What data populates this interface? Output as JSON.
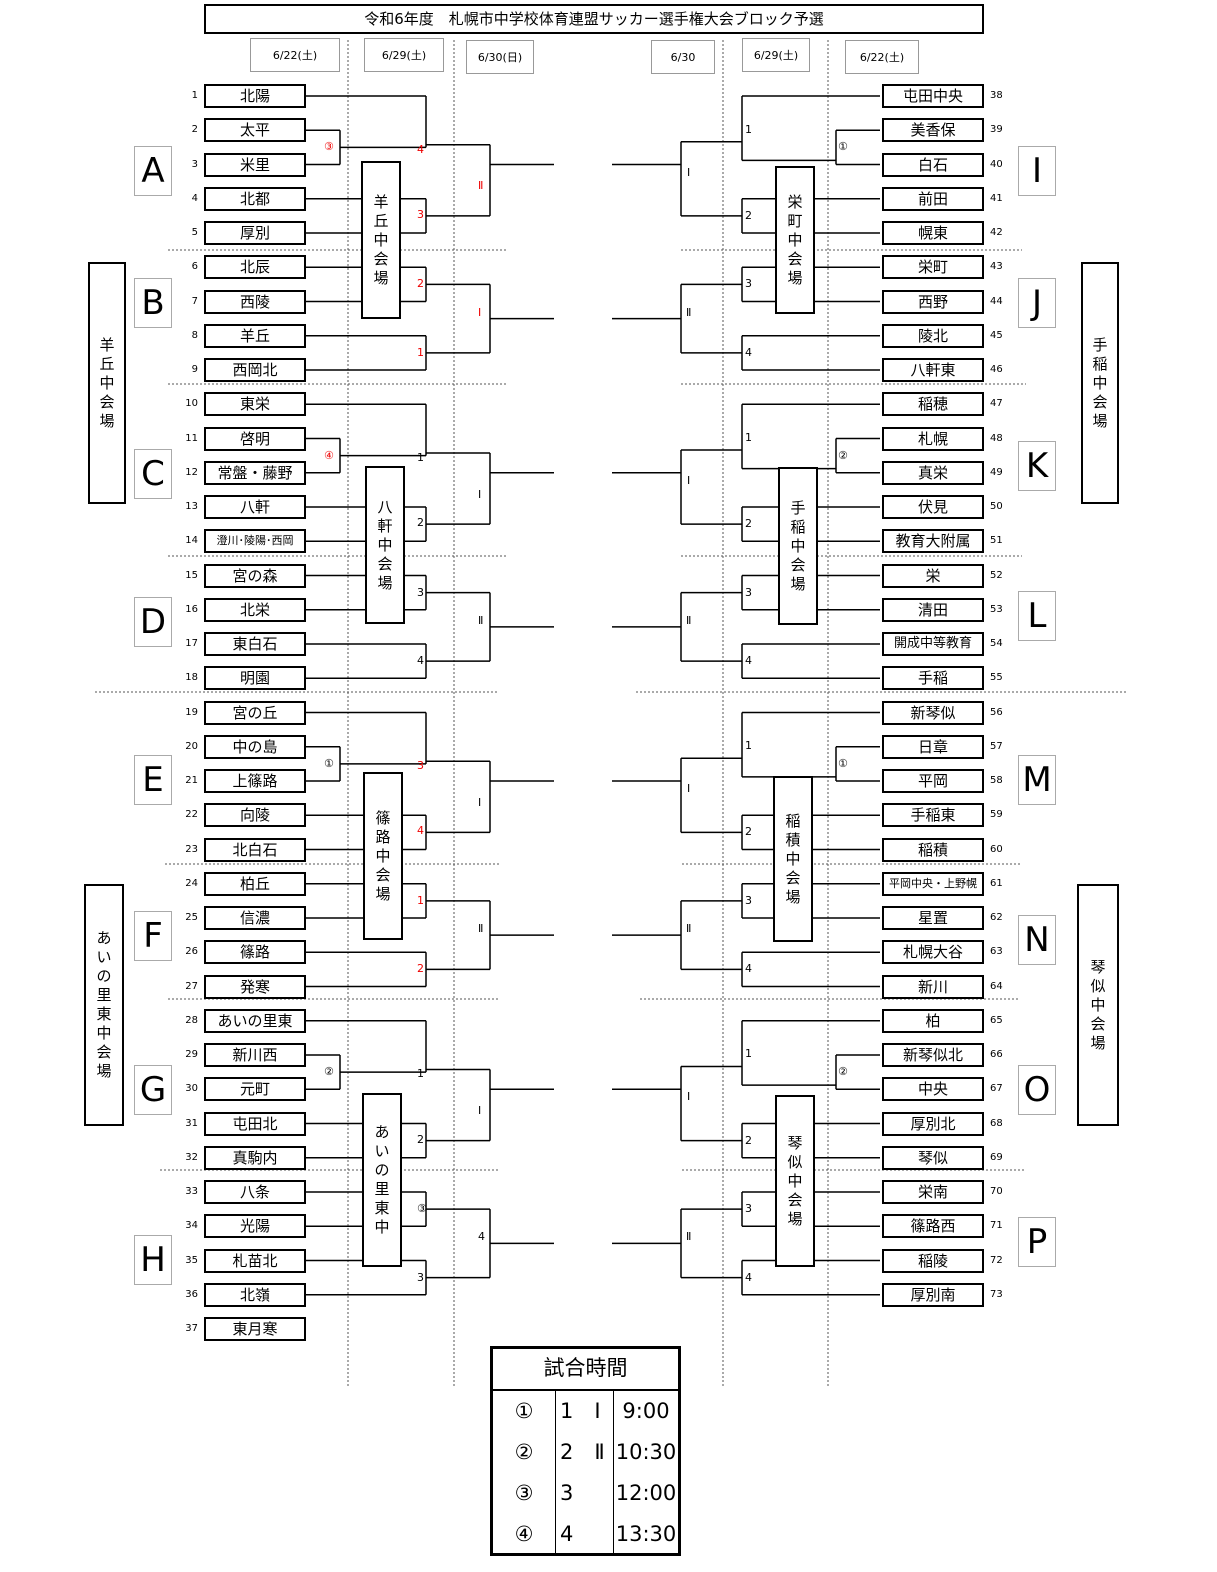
{
  "title": "令和6年度　札幌市中学校体育連盟サッカー選手権大会ブロック予選",
  "dates": [
    "6/22(土)",
    "6/29(土)",
    "6/30(日)",
    "6/30",
    "6/29(土)",
    "6/22(土)"
  ],
  "left_teams": [
    {
      "n": "1",
      "name": "北陽"
    },
    {
      "n": "2",
      "name": "太平"
    },
    {
      "n": "3",
      "name": "米里"
    },
    {
      "n": "4",
      "name": "北都"
    },
    {
      "n": "5",
      "name": "厚別"
    },
    {
      "n": "6",
      "name": "北辰"
    },
    {
      "n": "7",
      "name": "西陵"
    },
    {
      "n": "8",
      "name": "羊丘"
    },
    {
      "n": "9",
      "name": "西岡北"
    },
    {
      "n": "10",
      "name": "東栄"
    },
    {
      "n": "11",
      "name": "啓明"
    },
    {
      "n": "12",
      "name": "常盤・藤野"
    },
    {
      "n": "13",
      "name": "八軒"
    },
    {
      "n": "14",
      "name": "澄川･陵陽･西岡"
    },
    {
      "n": "15",
      "name": "宮の森"
    },
    {
      "n": "16",
      "name": "北栄"
    },
    {
      "n": "17",
      "name": "東白石"
    },
    {
      "n": "18",
      "name": "明園"
    },
    {
      "n": "19",
      "name": "宮の丘"
    },
    {
      "n": "20",
      "name": "中の島"
    },
    {
      "n": "21",
      "name": "上篠路"
    },
    {
      "n": "22",
      "name": "向陵"
    },
    {
      "n": "23",
      "name": "北白石"
    },
    {
      "n": "24",
      "name": "柏丘"
    },
    {
      "n": "25",
      "name": "信濃"
    },
    {
      "n": "26",
      "name": "篠路"
    },
    {
      "n": "27",
      "name": "発寒"
    },
    {
      "n": "28",
      "name": "あいの里東"
    },
    {
      "n": "29",
      "name": "新川西"
    },
    {
      "n": "30",
      "name": "元町"
    },
    {
      "n": "31",
      "name": "屯田北"
    },
    {
      "n": "32",
      "name": "真駒内"
    },
    {
      "n": "33",
      "name": "八条"
    },
    {
      "n": "34",
      "name": "光陽"
    },
    {
      "n": "35",
      "name": "札苗北"
    },
    {
      "n": "36",
      "name": "北嶺"
    },
    {
      "n": "37",
      "name": "東月寒"
    }
  ],
  "right_teams": [
    {
      "n": "38",
      "name": "屯田中央"
    },
    {
      "n": "39",
      "name": "美香保"
    },
    {
      "n": "40",
      "name": "白石"
    },
    {
      "n": "41",
      "name": "前田"
    },
    {
      "n": "42",
      "name": "幌東"
    },
    {
      "n": "43",
      "name": "栄町"
    },
    {
      "n": "44",
      "name": "西野"
    },
    {
      "n": "45",
      "name": "陵北"
    },
    {
      "n": "46",
      "name": "八軒東"
    },
    {
      "n": "47",
      "name": "稲穂"
    },
    {
      "n": "48",
      "name": "札幌"
    },
    {
      "n": "49",
      "name": "真栄"
    },
    {
      "n": "50",
      "name": "伏見"
    },
    {
      "n": "51",
      "name": "教育大附属"
    },
    {
      "n": "52",
      "name": "栄"
    },
    {
      "n": "53",
      "name": "清田"
    },
    {
      "n": "54",
      "name": "開成中等教育"
    },
    {
      "n": "55",
      "name": "手稲"
    },
    {
      "n": "56",
      "name": "新琴似"
    },
    {
      "n": "57",
      "name": "日章"
    },
    {
      "n": "58",
      "name": "平岡"
    },
    {
      "n": "59",
      "name": "手稲東"
    },
    {
      "n": "60",
      "name": "稲積"
    },
    {
      "n": "61",
      "name": "平岡中央・上野幌"
    },
    {
      "n": "62",
      "name": "星置"
    },
    {
      "n": "63",
      "name": "札幌大谷"
    },
    {
      "n": "64",
      "name": "新川"
    },
    {
      "n": "65",
      "name": "柏"
    },
    {
      "n": "66",
      "name": "新琴似北"
    },
    {
      "n": "67",
      "name": "中央"
    },
    {
      "n": "68",
      "name": "厚別北"
    },
    {
      "n": "69",
      "name": "琴似"
    },
    {
      "n": "70",
      "name": "栄南"
    },
    {
      "n": "71",
      "name": "篠路西"
    },
    {
      "n": "72",
      "name": "稲陵"
    },
    {
      "n": "73",
      "name": "厚別南"
    }
  ],
  "blocks_left": [
    "A",
    "B",
    "C",
    "D",
    "E",
    "F",
    "G",
    "H"
  ],
  "blocks_right": [
    "I",
    "J",
    "K",
    "L",
    "M",
    "N",
    "O",
    "P"
  ],
  "venues_left": [
    "羊丘中会場",
    "八軒中会場",
    "篠路中会場",
    "あいの里東中"
  ],
  "venues_right": [
    "栄町中会場",
    "手稲中会場",
    "稲積中会場",
    "琴似中会場"
  ],
  "side_venues": [
    "羊丘中会場",
    "あいの里東中会場",
    "手稲中会場",
    "琴似中会場"
  ],
  "left_match_labels": [
    "③",
    "4",
    "3",
    "Ⅱ",
    "2",
    "1",
    "Ⅰ",
    "④",
    "1",
    "2",
    "Ⅰ",
    "3",
    "4",
    "Ⅱ",
    "①",
    "3",
    "4",
    "Ⅰ",
    "1",
    "2",
    "Ⅱ",
    "②",
    "1",
    "2",
    "Ⅰ",
    "③",
    "3",
    "4",
    "Ⅱ"
  ],
  "right_match_labels": [
    "1",
    "①",
    "2",
    "Ⅰ",
    "3",
    "4",
    "Ⅱ",
    "1",
    "②",
    "2",
    "Ⅰ",
    "3",
    "4",
    "Ⅱ",
    "1",
    "①",
    "2",
    "Ⅰ",
    "3",
    "4",
    "Ⅱ",
    "1",
    "②",
    "2",
    "Ⅰ",
    "3",
    "4",
    "Ⅱ"
  ],
  "schedule": {
    "title": "試合時間",
    "rows": [
      {
        "mark": "①",
        "round": "1　Ⅰ",
        "time": "9:00"
      },
      {
        "mark": "②",
        "round": "2　Ⅱ",
        "time": "10:30"
      },
      {
        "mark": "③",
        "round": "3",
        "time": "12:00"
      },
      {
        "mark": "④",
        "round": "4",
        "time": "13:30"
      }
    ]
  },
  "colors": {
    "winner_label": "#e00000",
    "line": "#000000"
  }
}
